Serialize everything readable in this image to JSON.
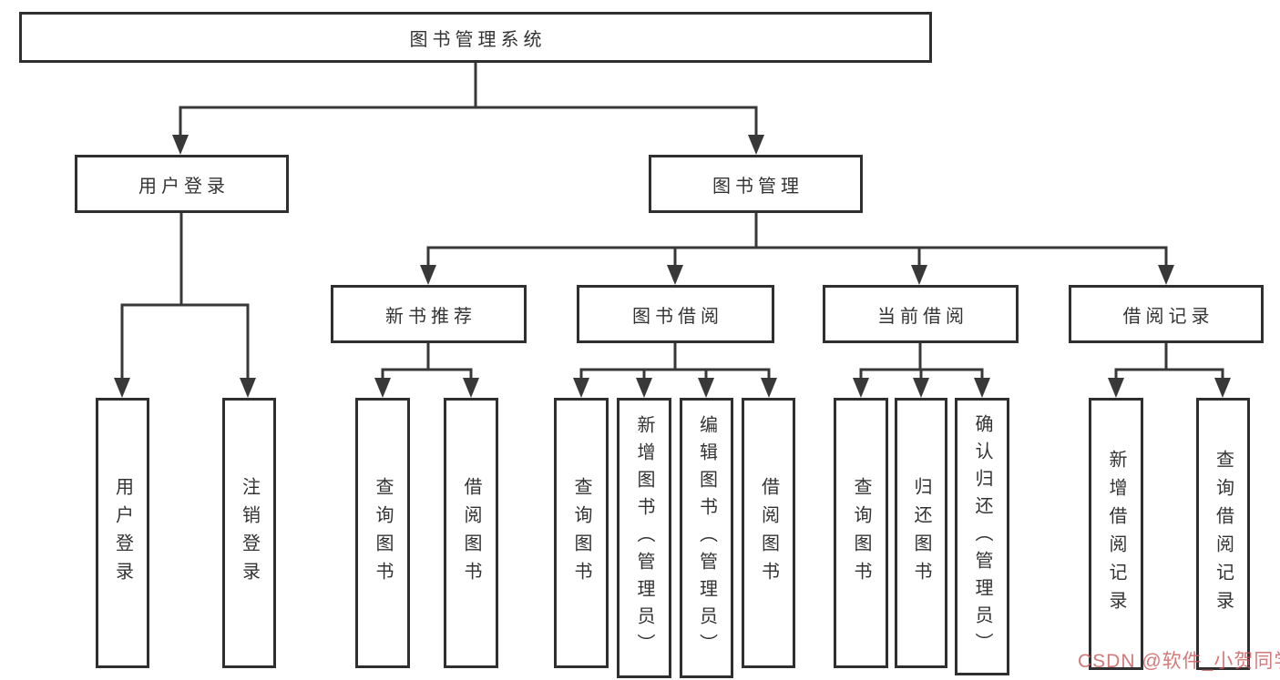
{
  "diagram": {
    "title": "图书管理系统",
    "watermark": "CSDN @软件_小贺同学",
    "colors": {
      "line": "#383838",
      "box_border": "#2f2f2f",
      "text": "#333333",
      "watermark_text": "#c95c5c",
      "background": "#ffffff"
    },
    "nodes": [
      {
        "id": "root",
        "label": "图书管理系统",
        "parent": null
      },
      {
        "id": "user-login",
        "label": "用户登录",
        "parent": "root"
      },
      {
        "id": "book-management",
        "label": "图书管理",
        "parent": "root"
      },
      {
        "id": "new-book-recommend",
        "label": "新书推荐",
        "parent": "book-management"
      },
      {
        "id": "book-borrowing",
        "label": "图书借阅",
        "parent": "book-management"
      },
      {
        "id": "current-borrowing",
        "label": "当前借阅",
        "parent": "book-management"
      },
      {
        "id": "borrowing-records",
        "label": "借阅记录",
        "parent": "book-management"
      },
      {
        "id": "user-login-leaf",
        "label": "用户登录",
        "parent": "user-login"
      },
      {
        "id": "logout-leaf",
        "label": "注销登录",
        "parent": "user-login"
      },
      {
        "id": "query-books-rec",
        "label": "查询图书",
        "parent": "new-book-recommend"
      },
      {
        "id": "borrow-books-rec",
        "label": "借阅图书",
        "parent": "new-book-recommend"
      },
      {
        "id": "query-books-bor",
        "label": "查询图书",
        "parent": "book-borrowing"
      },
      {
        "id": "add-books-admin",
        "label": "新增图书（管理员）",
        "parent": "book-borrowing"
      },
      {
        "id": "edit-books-admin",
        "label": "编辑图书（管理员）",
        "parent": "book-borrowing"
      },
      {
        "id": "borrow-books",
        "label": "借阅图书",
        "parent": "book-borrowing"
      },
      {
        "id": "query-books-cur",
        "label": "查询图书",
        "parent": "current-borrowing"
      },
      {
        "id": "return-books",
        "label": "归还图书",
        "parent": "current-borrowing"
      },
      {
        "id": "confirm-return-admin",
        "label": "确认归还（管理员）",
        "parent": "current-borrowing"
      },
      {
        "id": "add-borrow-record",
        "label": "新增借阅记录",
        "parent": "borrowing-records"
      },
      {
        "id": "query-borrow-record",
        "label": "查询借阅记录",
        "parent": "borrowing-records"
      }
    ]
  }
}
